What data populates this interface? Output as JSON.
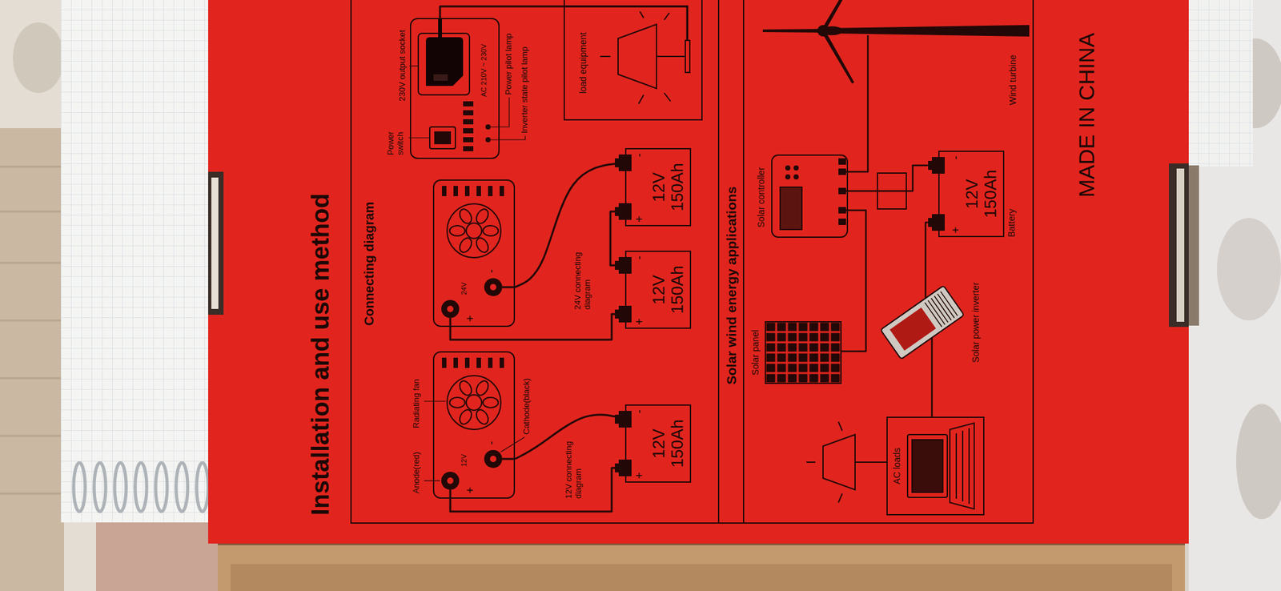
{
  "diagram": {
    "title": "Installation and use method",
    "nodes": [
      {
        "text": [
          "+",
          "12V",
          "-"
        ]
      },
      {
        "text": [
          "12V 150Ah"
        ]
      },
      {
        "text": [
          "+",
          "24V",
          "-"
        ]
      },
      {
        "text": [
          "12V 150Ah"
        ]
      },
      {
        "text": [
          "12V 150Ah"
        ]
      },
      {
        "text": [
          "AC 210V ~ 230V"
        ]
      },
      {
        "text": [
          "load equipment"
        ]
      },
      {
        "text": [
          "Solar panel"
        ]
      },
      {
        "text": [
          "Solar controller"
        ]
      },
      {
        "text": [
          "Wind turbine"
        ]
      },
      {
        "text": [
          "12V 150Ah",
          "Battery"
        ]
      },
      {
        "text": [
          "Solar power inverter"
        ]
      },
      {
        "text": [
          "AC loads"
        ]
      }
    ],
    "edges": [
      {
        "from": 0,
        "to": 1,
        "arrow": "none"
      },
      {
        "from": 0,
        "to": 1,
        "arrow": "none"
      },
      {
        "from": 2,
        "to": 3,
        "arrow": "none"
      },
      {
        "from": 3,
        "to": 4,
        "arrow": "none"
      },
      {
        "from": 2,
        "to": 4,
        "arrow": "none"
      },
      {
        "from": 5,
        "to": 6,
        "arrow": "none"
      },
      {
        "from": 7,
        "to": 8,
        "arrow": "none"
      },
      {
        "from": 9,
        "to": 8,
        "arrow": "none"
      },
      {
        "from": 8,
        "to": 10,
        "arrow": "none"
      },
      {
        "from": 10,
        "to": 11,
        "arrow": "none"
      },
      {
        "from": 11,
        "to": 12,
        "arrow": "none"
      }
    ],
    "labels": [
      "Connecting diagram",
      "Anode(red)",
      "Radiating fan",
      "Cathode(black)",
      "12V connecting diagram",
      "+",
      "-",
      "24V connecting diagram",
      "+",
      "-",
      "+",
      "-",
      "Power switch",
      "230V output socket",
      "Power pilot lamp",
      "Inverter state pilot lamp",
      "Solar wind energy applications",
      "+",
      "-",
      "MADE IN CHINA"
    ]
  }
}
